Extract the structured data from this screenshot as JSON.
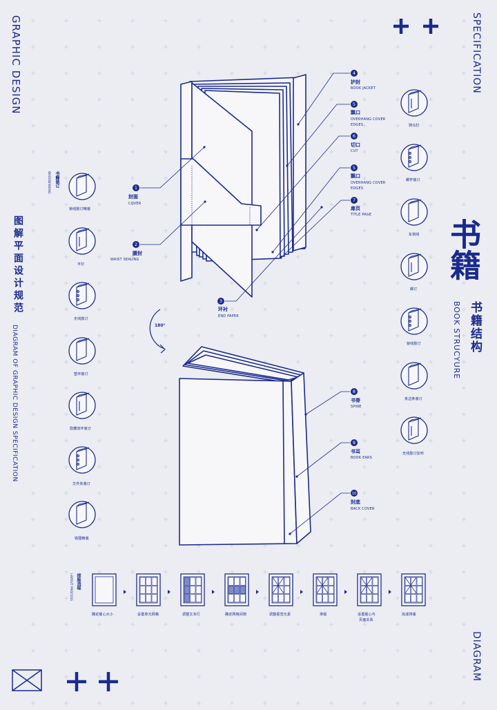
{
  "colors": {
    "primary": "#1a2a8c",
    "background": "#ebedf2",
    "grid": "#c9cdd8",
    "paper": "#f7f7fa",
    "accent": "#7f8cc8"
  },
  "sidebars": {
    "left_title": "GRAPHIC DESIGN",
    "left_cn": "图解平面设计规范",
    "left_en": "DIAGRAM OF GRAPHIC DESIGN SPECIFICATION",
    "right_title": "SPECIFICATION",
    "right_bottom": "DIAGRAM"
  },
  "hero": {
    "big_cn": "书籍",
    "sub_cn": "书籍结构",
    "sub_en": "BOOK STRUCYURE"
  },
  "binding": {
    "header_cn": "书籍装订",
    "header_en": "BOOKBINDING",
    "left_items": [
      "锁线胶订精装",
      "平钉",
      "无线胶订",
      "塑环装订",
      "隐藏双环装订",
      "文件夹装订",
      "铁圈精装"
    ],
    "right_items": [
      "骑马钉",
      "螺杆装订",
      "车侧线",
      "蝶订",
      "锁线胶订",
      "夹边条装订",
      "无线胶订加布"
    ]
  },
  "parts": [
    {
      "num": "1",
      "cn": "封面",
      "en": "COVER"
    },
    {
      "num": "2",
      "cn": "腰封",
      "en": "WAIST SEALING"
    },
    {
      "num": "3",
      "cn": "环衬",
      "en": "END PAPER"
    },
    {
      "num": "4",
      "cn": "护封",
      "en": "BOOK JACKET"
    },
    {
      "num": "5",
      "cn": "飘口",
      "en1": "OVERHANG COVER",
      "en2": "EDGES"
    },
    {
      "num": "6",
      "cn": "切口",
      "en": "CUT"
    },
    {
      "num": "5",
      "cn": "飘口",
      "en1": "OVERHANG COVER",
      "en2": "EDGES"
    },
    {
      "num": "7",
      "cn": "扉页",
      "en": "TITLE PAGE"
    },
    {
      "num": "8",
      "cn": "书脊",
      "en": "SPINE"
    },
    {
      "num": "9",
      "cn": "书耳",
      "en": "BOOK  EARS"
    },
    {
      "num": "10",
      "cn": "封底",
      "en": "BACK COVER"
    }
  ],
  "rotation_label": "180°",
  "layout_process": {
    "header_cn": "排版流程",
    "header_en": "LAYOUT PROCESS",
    "steps": [
      "确定版心大小",
      "设置单元网格",
      "调整文本行",
      "确定网格间隙",
      "调整视觉元素",
      "排版",
      "设置版心与",
      "完成排版"
    ],
    "step7_line2": "页面关系"
  }
}
